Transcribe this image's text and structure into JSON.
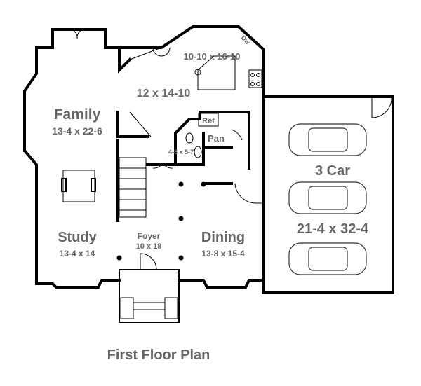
{
  "title": "First Floor Plan",
  "rooms": {
    "family": {
      "name": "Family",
      "size": "13-4 x 22-6"
    },
    "kitchen": {
      "size": "10-10 x 16-10"
    },
    "breakfast": {
      "size": "12 x 14-10"
    },
    "bath": {
      "size": "4-8 x 5-7"
    },
    "refrigerator": "Ref",
    "pantry": "Pan",
    "dishwasher": "Dw",
    "garage": {
      "name": "3 Car",
      "size": "21-4 x 32-4"
    },
    "study": {
      "name": "Study",
      "size": "13-4 x 14"
    },
    "foyer": {
      "name": "Foyer",
      "size": "10 x 18"
    },
    "dining": {
      "name": "Dining",
      "size": "13-8 x 15-4"
    }
  }
}
